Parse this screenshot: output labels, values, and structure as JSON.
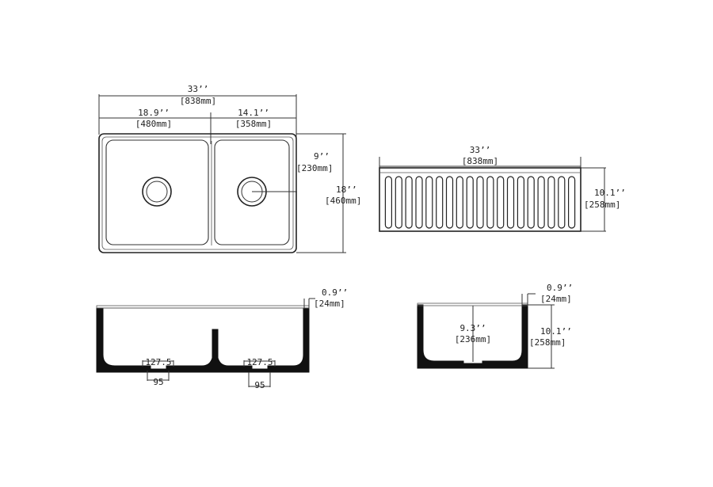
{
  "top_view": {
    "overall_width_in": "33’’",
    "overall_width_mm": "[838mm]",
    "left_bowl_width_in": "18.9’’",
    "left_bowl_width_mm": "[480mm]",
    "right_bowl_width_in": "14.1’’",
    "right_bowl_width_mm": "[358mm]",
    "drain_offset_in": "9’’",
    "drain_offset_mm": "[230mm]",
    "depth_in": "18’’",
    "depth_mm": "[460mm]"
  },
  "front_view": {
    "width_in": "33’’",
    "width_mm": "[838mm]",
    "height_in": "10.1’’",
    "height_mm": "[258mm]",
    "flute_count": 19
  },
  "front_section": {
    "rim_in": "0.9’’",
    "rim_mm": "[24mm]",
    "left_drain_outer": "127.5",
    "left_drain_inner": "95",
    "right_drain_outer": "127.5",
    "right_drain_inner": "95"
  },
  "side_section": {
    "rim_in": "0.9’’",
    "rim_mm": "[24mm]",
    "bowl_depth_in": "9.3’’",
    "bowl_depth_mm": "[236mm]",
    "height_in": "10.1’’",
    "height_mm": "[258mm]"
  }
}
